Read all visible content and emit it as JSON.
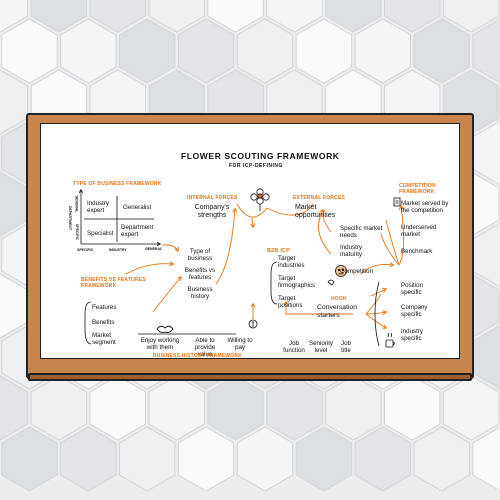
{
  "board": {
    "title": "FLOWER SCOUTING FRAMEWORK",
    "subtitle": "FOR ICP-DEFINING"
  },
  "type_of_business": {
    "heading": "TYPE OF BUSINESS FRAMEWORK",
    "cells": [
      "Industry expert",
      "Generalist",
      "Specialist",
      "Department expert"
    ],
    "axis_x_label": "INDUSTRY",
    "axis_x_left": "SPECIFIC",
    "axis_x_right": "GENERAL",
    "axis_y_label": "DEPARTMENT",
    "axis_y_top": "GENERAL",
    "axis_y_bottom": "SPECIFIC"
  },
  "internal": {
    "heading": "INTERNAL FORCES",
    "main": "Company's strengths",
    "items": [
      "Type of business",
      "Benefits vs features",
      "Business history"
    ]
  },
  "external": {
    "heading": "EXTERNAL FORCES",
    "main": "Market opportunities",
    "items": [
      "Specific market needs",
      "Industry maturity",
      "Competition"
    ]
  },
  "competition": {
    "heading": "COMPETITION FRAMEWORK",
    "items": [
      "Market served by the competition",
      "Underserved market",
      "Benchmark"
    ]
  },
  "icp": {
    "heading": "B2B ICP",
    "items": [
      "Target industries",
      "Target firmographics",
      "Target positions"
    ]
  },
  "hook": {
    "heading": "HOOK",
    "main": "Conversation starters",
    "items": [
      "Position specific",
      "Company specific",
      "Industry specific"
    ],
    "bottom": [
      "Job function",
      "Seniority level",
      "Job title"
    ]
  },
  "benefits": {
    "heading": "BENEFITS VS FEATURES FRAMEWORK",
    "items": [
      "Features",
      "Benefits",
      "Market segment"
    ]
  },
  "history": {
    "heading": "BUSINESS HISTORY FRAMEWORK",
    "items": [
      "Enjoy working with them",
      "Able to provide value",
      "Willing to pay"
    ]
  },
  "colors": {
    "accent": "#e8720c",
    "frame": "#c8854e",
    "ink": "#111111",
    "background": "#ebedef"
  }
}
